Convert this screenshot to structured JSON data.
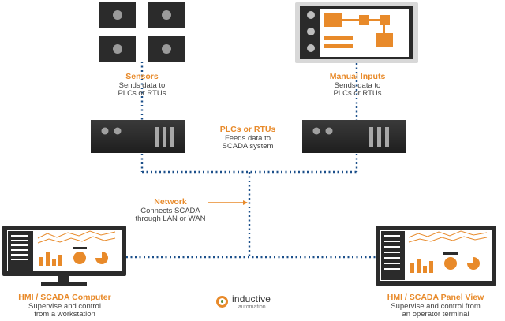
{
  "sensors": {
    "title": "Sensors",
    "desc_line1": "Sends data to",
    "desc_line2": "PLCs or RTUs"
  },
  "manual_inputs": {
    "title": "Manual Inputs",
    "desc_line1": "Sends data to",
    "desc_line2": "PLCs or RTUs"
  },
  "plcs": {
    "title": "PLCs or RTUs",
    "desc_line1": "Feeds data to",
    "desc_line2": "SCADA system"
  },
  "network": {
    "title": "Network",
    "desc_line1": "Connects SCADA",
    "desc_line2": "through LAN or WAN"
  },
  "hmi_computer": {
    "title": "HMI / SCADA Computer",
    "desc_line1": "Supervise and control",
    "desc_line2": "from a workstation"
  },
  "hmi_panel": {
    "title": "HMI / SCADA Panel View",
    "desc_line1": "Supervise and control from",
    "desc_line2": "an operator terminal"
  },
  "logo": {
    "name": "inductive",
    "sub": "automation"
  },
  "colors": {
    "accent": "#e88a2a",
    "device": "#2b2b2b",
    "line": "#1b4f8a",
    "text": "#444444"
  },
  "icons": [
    "sensor-icon",
    "touch-panel-icon",
    "plc-icon",
    "monitor-icon",
    "panel-terminal-icon",
    "inductive-logo-icon"
  ]
}
